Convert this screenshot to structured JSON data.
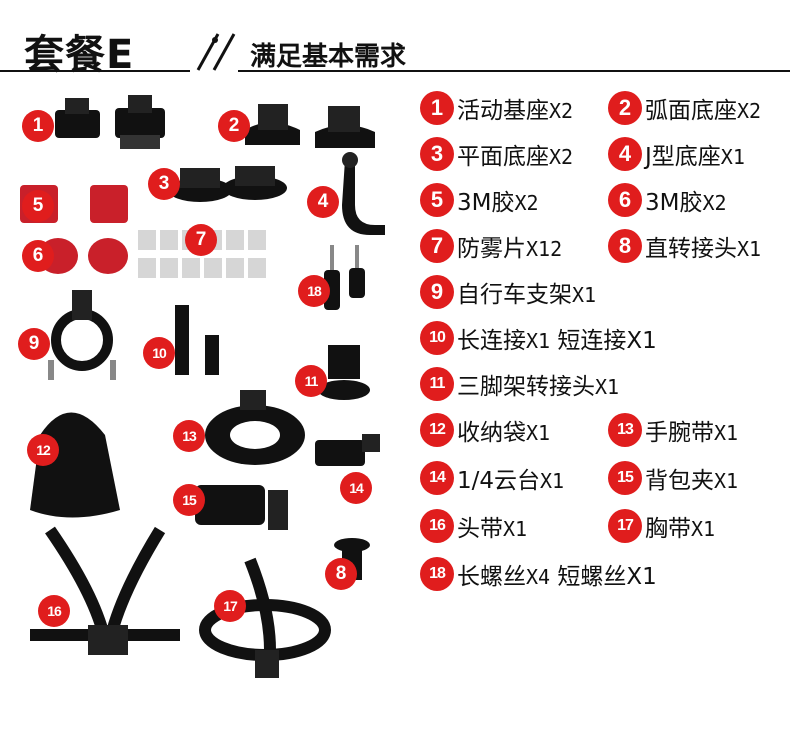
{
  "header": {
    "title": "套餐E",
    "subtitle": "满足基本需求"
  },
  "colors": {
    "accent": "#e01d1d",
    "product": "#111111",
    "pad": "#c9202a",
    "fog": "#d6d6d6"
  },
  "photo_badges": [
    "1",
    "2",
    "3",
    "4",
    "5",
    "6",
    "7",
    "8",
    "9",
    "10",
    "11",
    "12",
    "13",
    "14",
    "15",
    "16",
    "17",
    "18"
  ],
  "items": [
    {
      "num": "1",
      "label": "活动基座",
      "qty": "X2"
    },
    {
      "num": "2",
      "label": "弧面底座",
      "qty": "X2"
    },
    {
      "num": "3",
      "label": "平面底座",
      "qty": "X2"
    },
    {
      "num": "4",
      "label": "J型底座",
      "qty": "X1"
    },
    {
      "num": "5",
      "label": "3M胶",
      "qty": "X2"
    },
    {
      "num": "6",
      "label": "3M胶",
      "qty": "X2"
    },
    {
      "num": "7",
      "label": "防雾片",
      "qty": "X12"
    },
    {
      "num": "8",
      "label": "直转接头",
      "qty": "X1"
    },
    {
      "num": "9",
      "label": "自行车支架",
      "qty": "X1"
    },
    {
      "num": "10",
      "label": "长连接",
      "qty": "X1",
      "extra": "短连接X1"
    },
    {
      "num": "11",
      "label": "三脚架转接头",
      "qty": "X1"
    },
    {
      "num": "12",
      "label": "收纳袋",
      "qty": "X1"
    },
    {
      "num": "13",
      "label": "手腕带",
      "qty": "X1"
    },
    {
      "num": "14",
      "label": "1/4云台",
      "qty": "X1"
    },
    {
      "num": "15",
      "label": "背包夹",
      "qty": "X1"
    },
    {
      "num": "16",
      "label": "头带",
      "qty": "X1"
    },
    {
      "num": "17",
      "label": "胸带",
      "qty": "X1"
    },
    {
      "num": "18",
      "label": "长螺丝",
      "qty": "X4",
      "extra": "短螺丝X1"
    }
  ]
}
